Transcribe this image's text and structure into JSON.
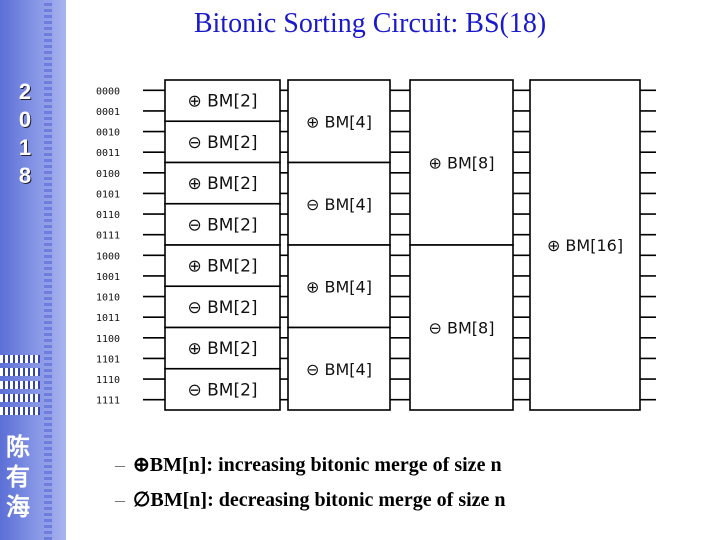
{
  "title": "Bitonic Sorting Circuit: BS(18)",
  "sidebar": {
    "year_digits": [
      "2",
      "0",
      "1",
      "8"
    ],
    "vertical_name_chars": [
      "陈",
      "有",
      "海"
    ]
  },
  "inputs": [
    "0000",
    "0001",
    "0010",
    "0011",
    "0100",
    "0101",
    "0110",
    "0111",
    "1000",
    "1001",
    "1010",
    "1011",
    "1100",
    "1101",
    "1110",
    "1111"
  ],
  "stages": [
    {
      "blocks": [
        {
          "symbol": "⊕",
          "label": "BM[2]"
        },
        {
          "symbol": "⊖",
          "label": "BM[2]"
        },
        {
          "symbol": "⊕",
          "label": "BM[2]"
        },
        {
          "symbol": "⊖",
          "label": "BM[2]"
        },
        {
          "symbol": "⊕",
          "label": "BM[2]"
        },
        {
          "symbol": "⊖",
          "label": "BM[2]"
        },
        {
          "symbol": "⊕",
          "label": "BM[2]"
        },
        {
          "symbol": "⊖",
          "label": "BM[2]"
        }
      ]
    },
    {
      "blocks": [
        {
          "symbol": "⊕",
          "label": "BM[4]"
        },
        {
          "symbol": "⊖",
          "label": "BM[4]"
        },
        {
          "symbol": "⊕",
          "label": "BM[4]"
        },
        {
          "symbol": "⊖",
          "label": "BM[4]"
        }
      ]
    },
    {
      "blocks": [
        {
          "symbol": "⊕",
          "label": "BM[8]"
        },
        {
          "symbol": "⊖",
          "label": "BM[8]"
        }
      ]
    },
    {
      "blocks": [
        {
          "symbol": "⊕",
          "label": "BM[16]"
        }
      ]
    }
  ],
  "notes": [
    {
      "dash": "–",
      "symbol": "⊕",
      "text": "BM[n]: increasing bitonic merge of size n"
    },
    {
      "dash": "–",
      "symbol": "∅",
      "text": "BM[n]: decreasing bitonic merge of size n"
    }
  ]
}
